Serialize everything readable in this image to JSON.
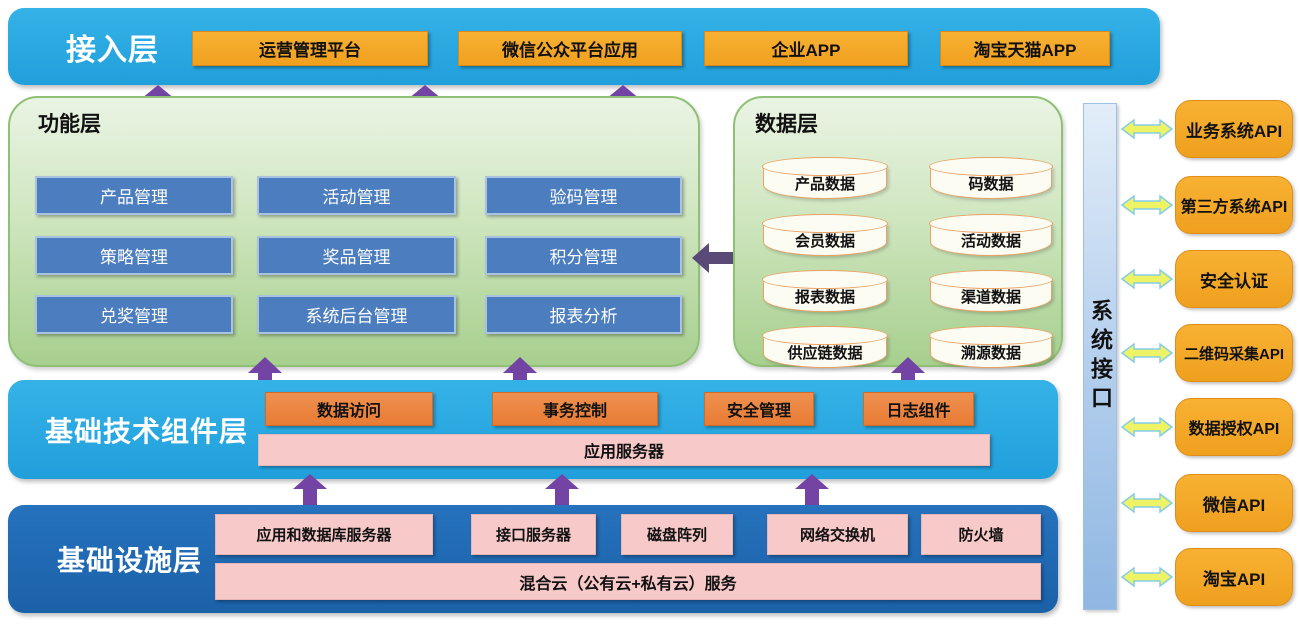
{
  "layers": {
    "access": {
      "label": "接入层",
      "buttons": [
        "运营管理平台",
        "微信公众平台应用",
        "企业APP",
        "淘宝天猫APP"
      ]
    },
    "function": {
      "label": "功能层",
      "buttons": [
        "产品管理",
        "活动管理",
        "验码管理",
        "策略管理",
        "奖品管理",
        "积分管理",
        "兑奖管理",
        "系统后台管理",
        "报表分析"
      ]
    },
    "data": {
      "label": "数据层",
      "stores": [
        "产品数据",
        "码数据",
        "会员数据",
        "活动数据",
        "报表数据",
        "渠道数据",
        "供应链数据",
        "溯源数据"
      ]
    },
    "tech": {
      "label": "基础技术组件层",
      "components": [
        "数据访问",
        "事务控制",
        "安全管理",
        "日志组件"
      ],
      "server_bar": "应用服务器"
    },
    "infra": {
      "label": "基础设施层",
      "components": [
        "应用和数据库服务器",
        "接口服务器",
        "磁盘阵列",
        "网络交换机",
        "防火墙"
      ],
      "cloud_bar": "混合云（公有云+私有云）服务"
    },
    "system_interface": {
      "label": "系统接口",
      "apis": [
        "业务系统API",
        "第三方系统API",
        "安全认证",
        "二维码采集API",
        "数据授权API",
        "微信API",
        "淘宝API"
      ]
    }
  },
  "colors": {
    "cyan_layer": "#29aae1",
    "dark_blue_layer": "#2169b2",
    "green_panel_top": "#eaf4e4",
    "green_panel_bottom": "#a7cf8e",
    "orange_button": "#f5a623",
    "component_orange": "#ec8540",
    "blue_button": "#4c7dbf",
    "pink_bar": "#f8c9c9",
    "cylinder_fill": "#fdfcf2",
    "cylinder_border": "#e9a267",
    "purple_arrow": "#7344a4",
    "slate_double_arrow": "#5a4a78",
    "yellow_arrow": "#eef366",
    "interface_bar": "#a8c6e8"
  }
}
